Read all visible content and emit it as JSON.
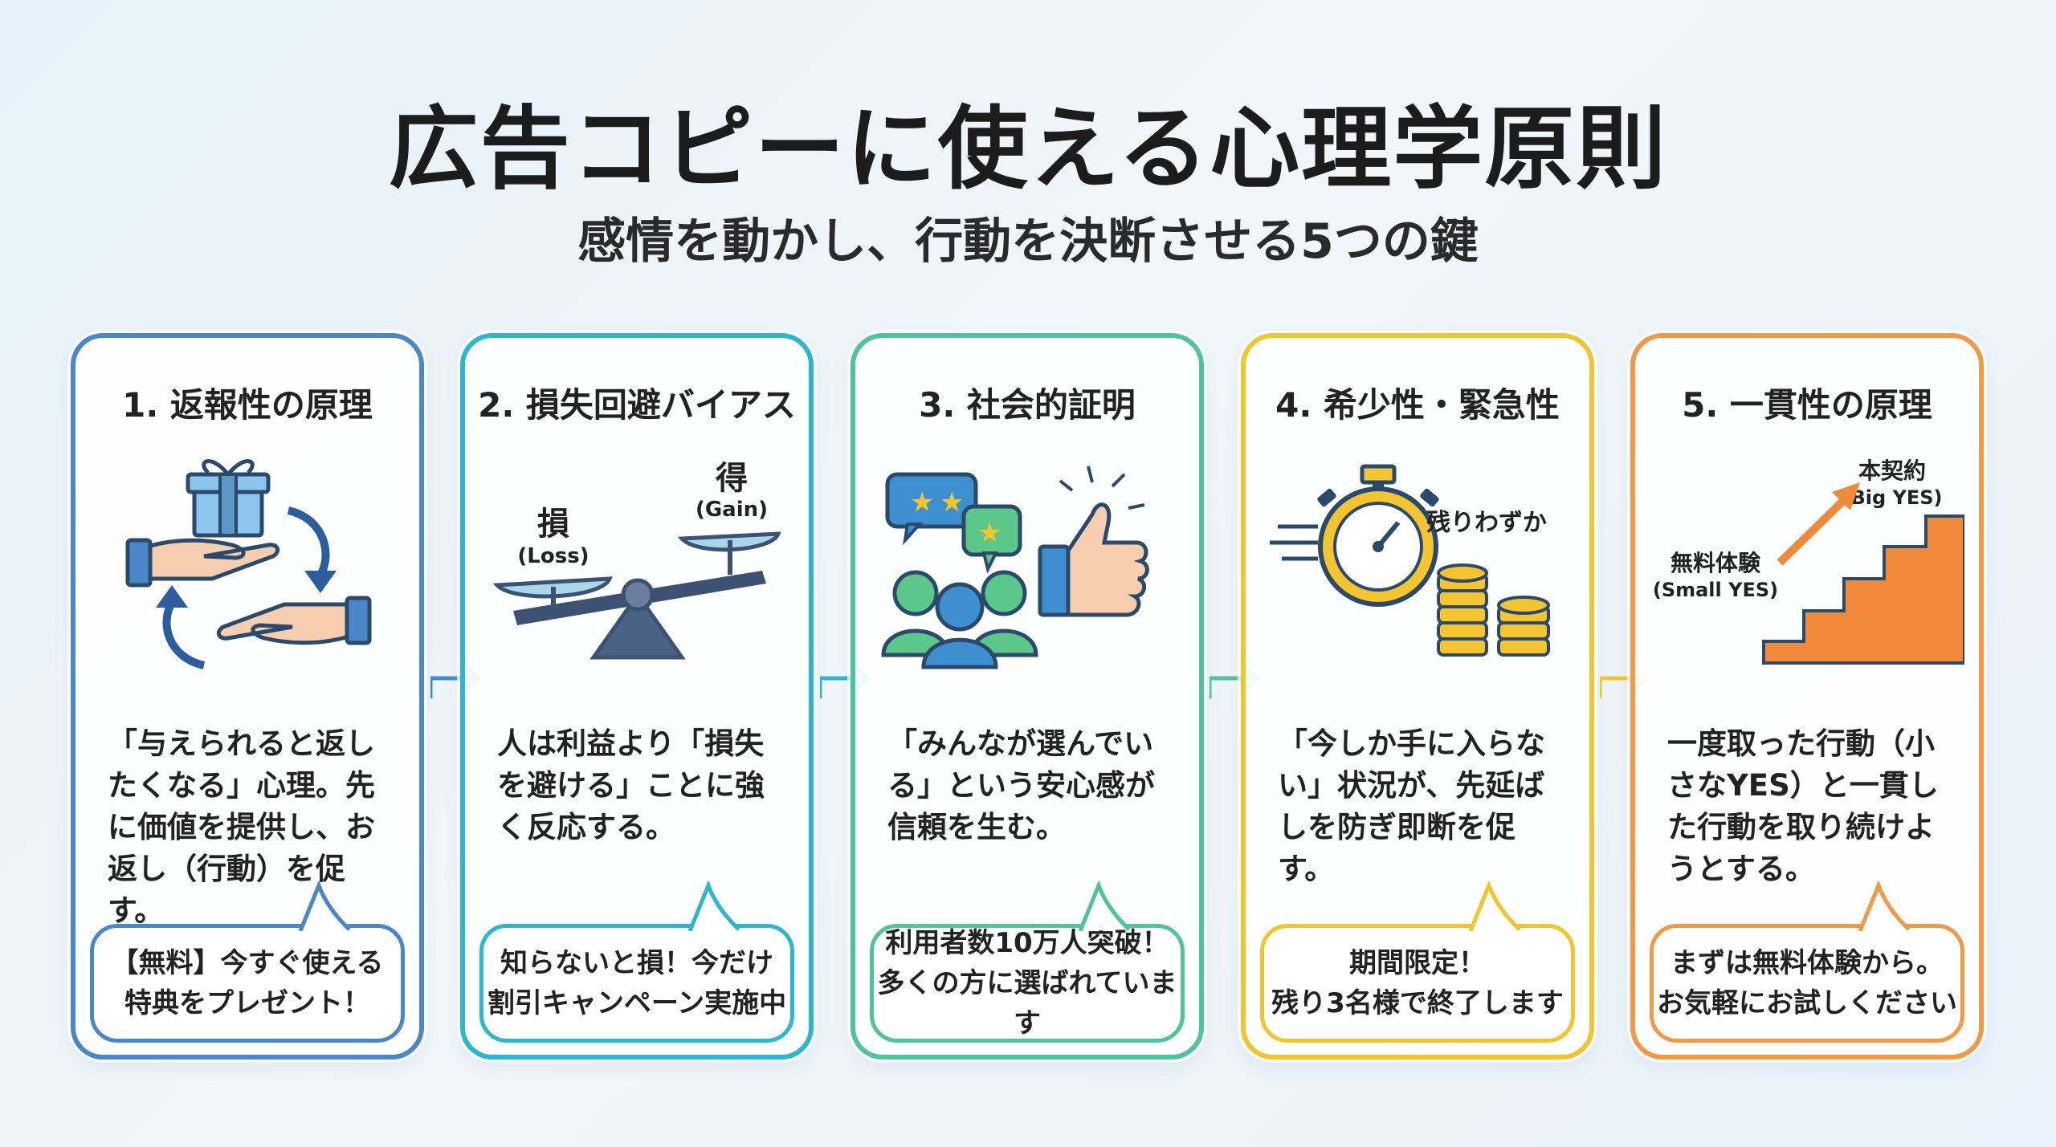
{
  "title": "広告コピーに使える心理学原則",
  "subtitle": "感情を動かし、行動を決断させる5つの鍵",
  "colors": {
    "card1": "#4a86c8",
    "card2": "#2fb6cf",
    "card3": "#4fc49a",
    "card4": "#f0c52d",
    "card5": "#f09a48"
  },
  "cards": [
    {
      "title": "1. 返報性の原理",
      "icon": "gift-exchange-hands-icon",
      "desc": "「与えられると返したくなる」心理。先に価値を提供し、お返し（行動）を促す。",
      "example": [
        "【無料】今すぐ使える",
        "特典をプレゼント！"
      ]
    },
    {
      "title": "2. 損失回避バイアス",
      "icon": "seesaw-balance-icon",
      "labels": {
        "loss": "損",
        "loss_en": "(Loss)",
        "gain": "得",
        "gain_en": "(Gain)"
      },
      "desc": "人は利益より「損失を避ける」ことに強く反応する。",
      "example": [
        "知らないと損！今だけ",
        "割引キャンペーン実施中"
      ]
    },
    {
      "title": "3. 社会的証明",
      "icon": "people-reviews-thumbs-up-icon",
      "desc": "「みんなが選んでいる」という安心感が信頼を生む。",
      "example": [
        "利用者数10万人突破！",
        "多くの方に選ばれています"
      ]
    },
    {
      "title": "4. 希少性・緊急性",
      "icon": "stopwatch-coins-icon",
      "labels": {
        "few": "残りわずか"
      },
      "desc": "「今しか手に入らない」状況が、先延ばしを防ぎ即断を促す。",
      "example": [
        "期間限定！",
        "残り3名様で終了します"
      ]
    },
    {
      "title": "5. 一貫性の原理",
      "icon": "stairs-arrow-icon",
      "labels": {
        "small": "無料体験",
        "small_en": "(Small YES)",
        "big": "本契約",
        "big_en": "(Big YES)"
      },
      "desc": "一度取った行動（小さなYES）と一貫した行動を取り続けようとする。",
      "example": [
        "まずは無料体験から。",
        "お気軽にお試しください"
      ]
    }
  ]
}
